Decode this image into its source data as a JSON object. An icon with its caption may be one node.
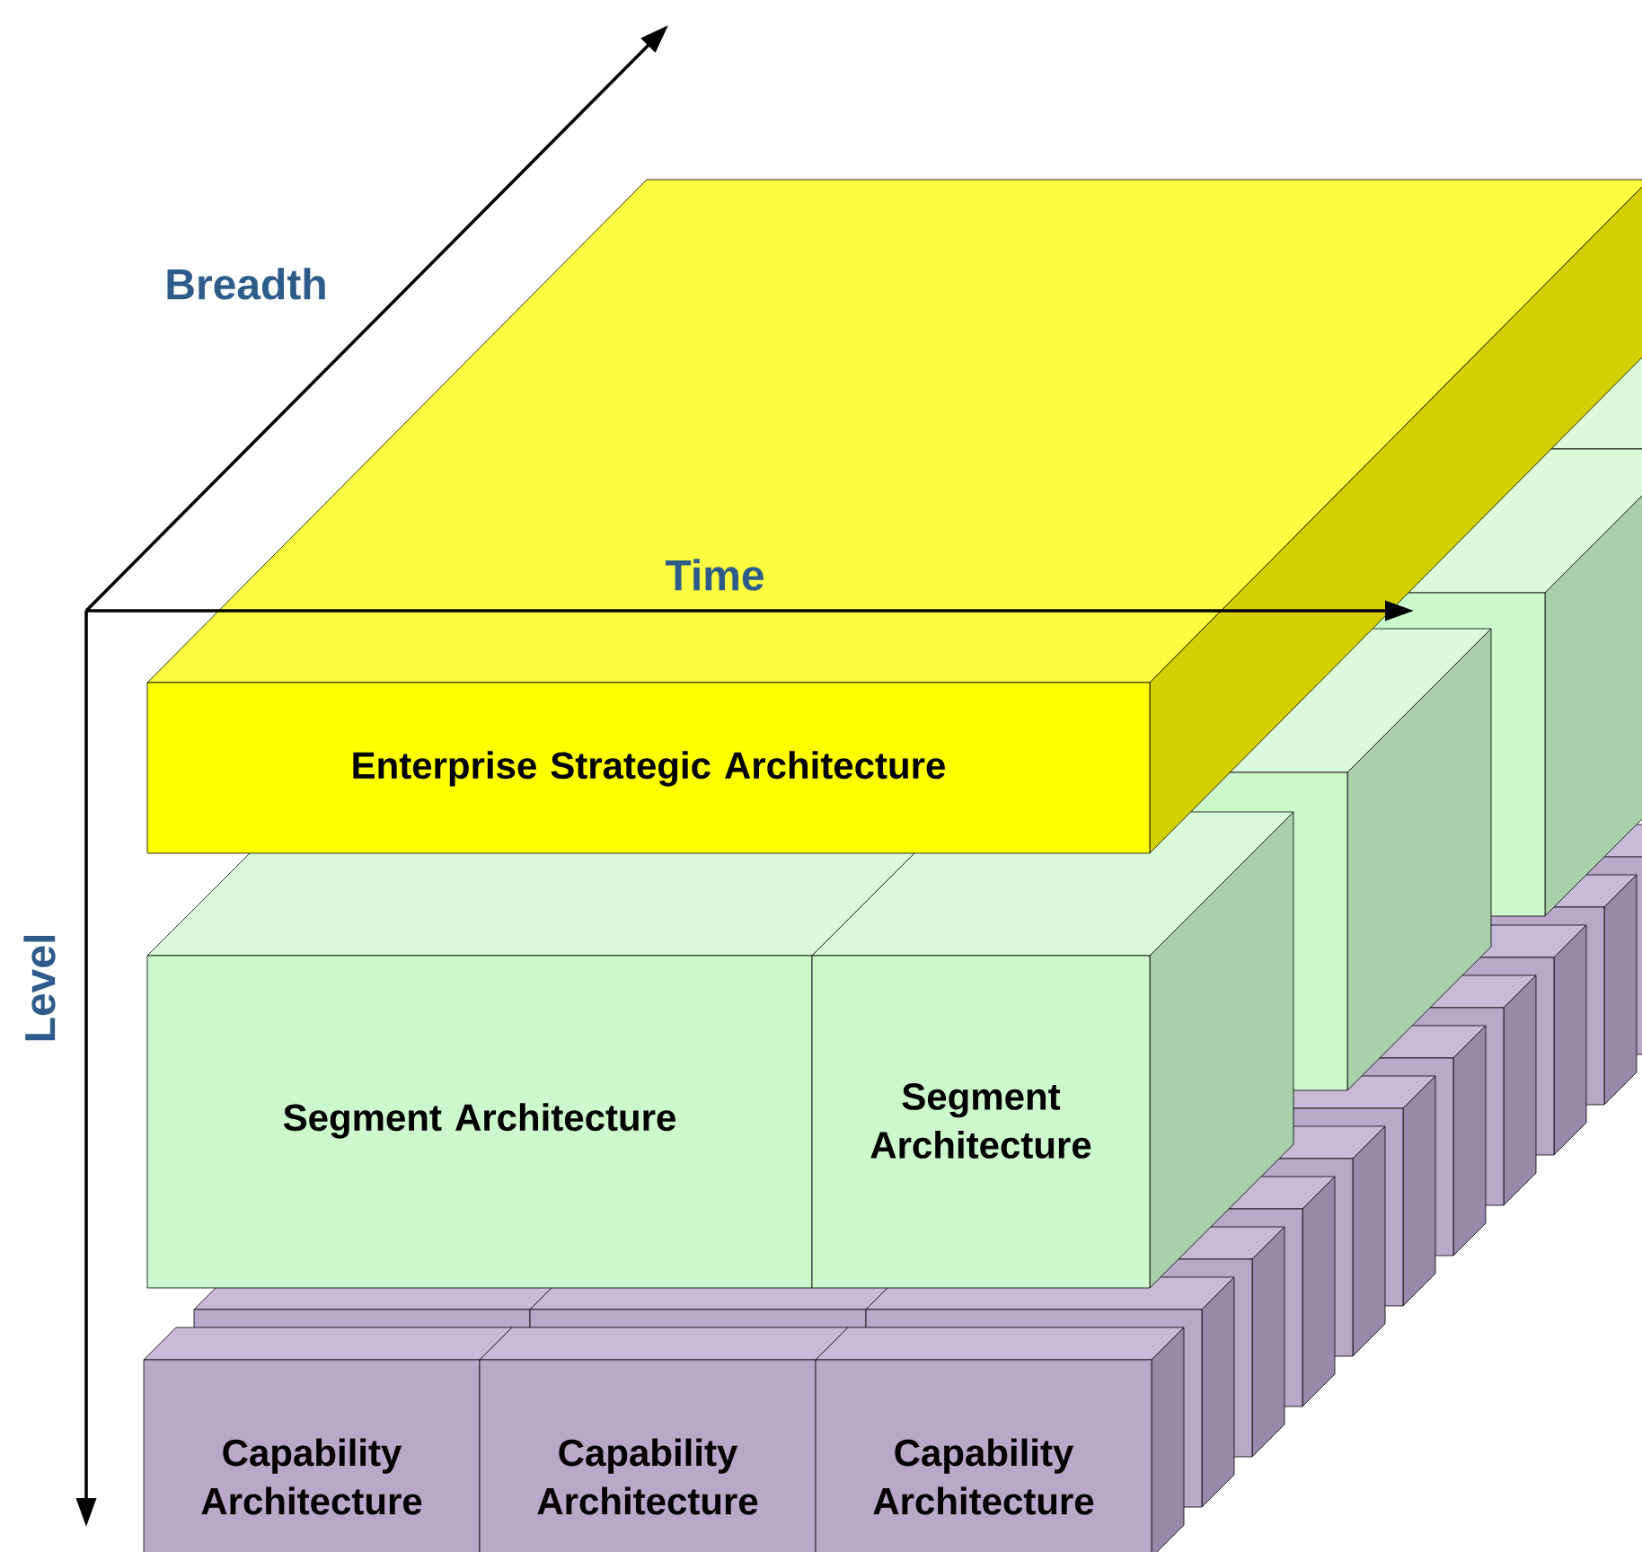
{
  "diagram": {
    "nodes": [
      {
        "text": [
          "Enterprise Strategic Architecture"
        ]
      },
      {
        "text": [
          "Segment Architecture"
        ]
      },
      {
        "text": [
          "Segment Architecture"
        ]
      },
      {
        "text": [
          "Capability Architecture"
        ]
      },
      {
        "text": [
          "Capability Architecture"
        ]
      },
      {
        "text": [
          "Capability Architecture"
        ]
      }
    ],
    "labels": [
      "Breadth",
      "Time",
      "Level"
    ]
  }
}
